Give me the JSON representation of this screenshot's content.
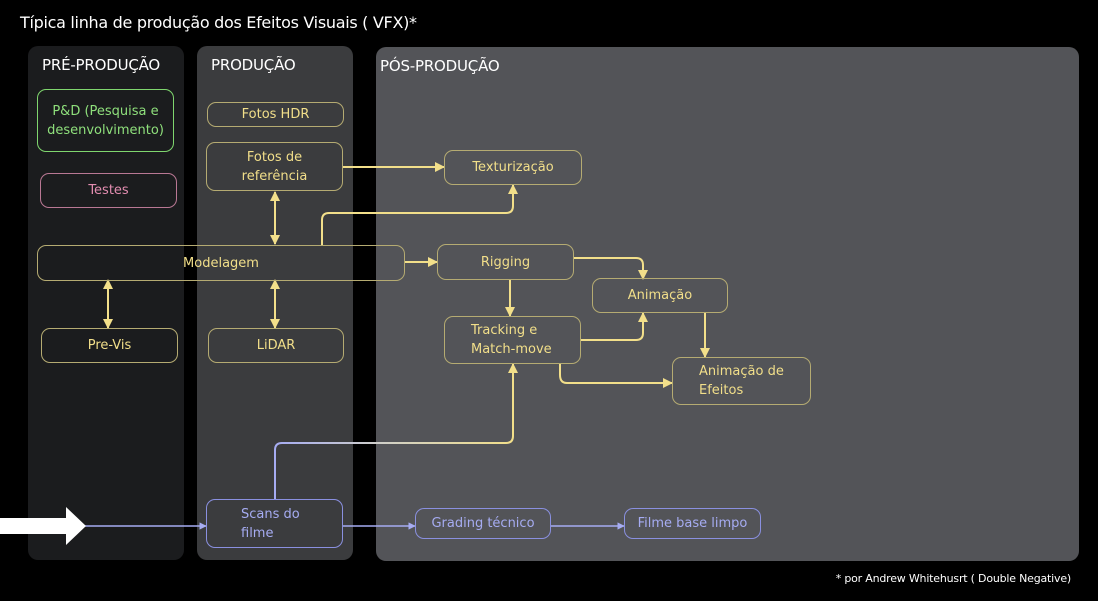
{
  "title": "Típica linha de produção dos Efeitos Visuais ( VFX)*",
  "footnote": "* por Andrew Whitehusrt ( Double Negative)",
  "colors": {
    "background": "#000000",
    "pre_panel": "#1b1c1e",
    "prod_panel": "#3b3c3e",
    "pos_panel": "#535458",
    "green": "#8fe07c",
    "pink": "#e28db0",
    "yellow": "#f2df8a",
    "blue": "#a6acf2",
    "arrow_white": "#ffffff"
  },
  "panels": {
    "pre": {
      "label": "PRÉ-PRODUÇÃO"
    },
    "prod": {
      "label": "PRODUÇÃO"
    },
    "pos": {
      "label": "PÓS-PRODUÇÃO"
    }
  },
  "nodes": {
    "pd": {
      "label": "P&D (Pesquisa e desenvolvimento)",
      "color": "green"
    },
    "testes": {
      "label": "Testes",
      "color": "pink"
    },
    "modelagem": {
      "label": "Modelagem",
      "color": "yellow"
    },
    "previs": {
      "label": "Pre-Vis",
      "color": "yellow"
    },
    "fotos_hdr": {
      "label": "Fotos HDR",
      "color": "yellow"
    },
    "fotos_ref": {
      "label": "Fotos de referência",
      "color": "yellow"
    },
    "lidar": {
      "label": "LiDAR",
      "color": "yellow"
    },
    "scans": {
      "label": "Scans do filme",
      "color": "blue"
    },
    "texturizacao": {
      "label": "Texturização",
      "color": "yellow"
    },
    "rigging": {
      "label": "Rigging",
      "color": "yellow"
    },
    "animacao": {
      "label": "Animação",
      "color": "yellow"
    },
    "tracking": {
      "label": "Tracking e Match-move",
      "color": "yellow"
    },
    "anim_efeitos": {
      "label": "Animação de Efeitos",
      "color": "yellow"
    },
    "grading": {
      "label": "Grading técnico",
      "color": "blue"
    },
    "filme_base": {
      "label": "Filme base limpo",
      "color": "blue"
    }
  },
  "edges": [
    {
      "from": "fotos_ref",
      "to": "texturizacao",
      "type": "arrow"
    },
    {
      "from": "modelagem",
      "to": "texturizacao",
      "type": "arrow"
    },
    {
      "from": "fotos_ref",
      "to": "modelagem",
      "type": "bidirectional"
    },
    {
      "from": "modelagem",
      "to": "previs",
      "type": "bidirectional"
    },
    {
      "from": "modelagem",
      "to": "lidar",
      "type": "bidirectional"
    },
    {
      "from": "modelagem",
      "to": "rigging",
      "type": "arrow"
    },
    {
      "from": "rigging",
      "to": "animacao",
      "type": "arrow"
    },
    {
      "from": "rigging",
      "to": "tracking",
      "type": "arrow"
    },
    {
      "from": "tracking",
      "to": "animacao",
      "type": "arrow"
    },
    {
      "from": "animacao",
      "to": "anim_efeitos",
      "type": "arrow"
    },
    {
      "from": "tracking",
      "to": "anim_efeitos",
      "type": "arrow"
    },
    {
      "from": "scans",
      "to": "tracking",
      "type": "arrow"
    },
    {
      "from": "input",
      "to": "scans",
      "type": "arrow"
    },
    {
      "from": "scans",
      "to": "grading",
      "type": "arrow"
    },
    {
      "from": "grading",
      "to": "filme_base",
      "type": "arrow"
    }
  ],
  "input_arrow_icon": "big-right-arrow"
}
